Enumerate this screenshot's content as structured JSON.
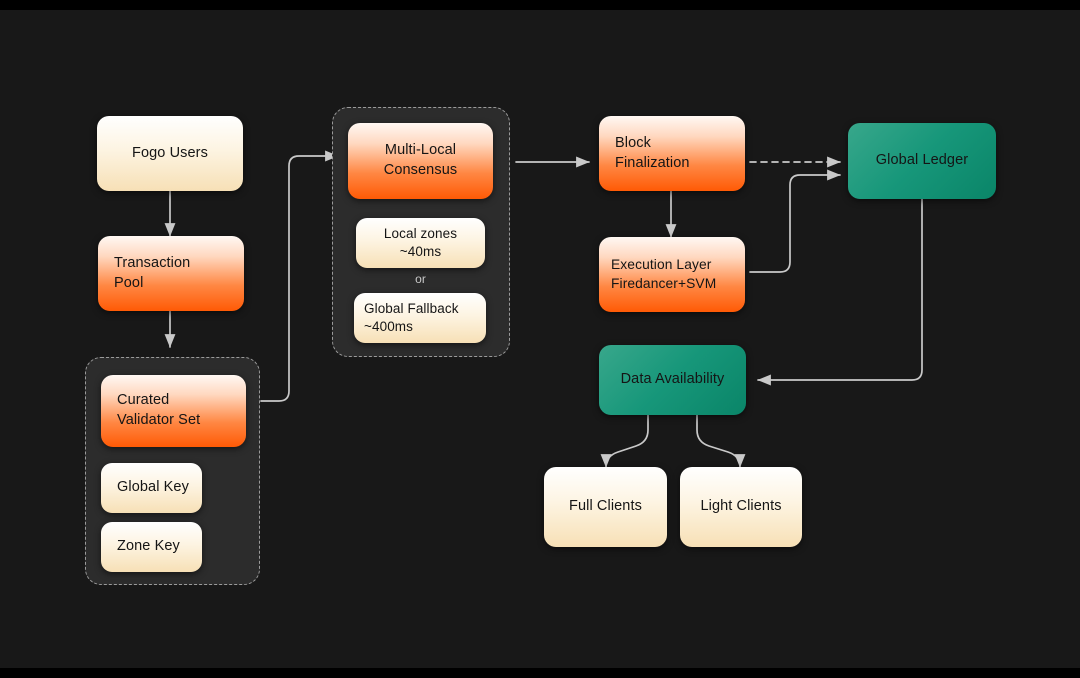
{
  "canvas": {
    "background": "#181818",
    "letterbox": "#000000"
  },
  "palette": {
    "orange_top": "#fff8f3",
    "orange_bottom": "#ff5a05",
    "cream_top": "#ffffff",
    "cream_bottom": "#f7e0b6",
    "teal_light": "#38a78b",
    "teal_dark": "#0a8568",
    "edge": "#c9c9c9",
    "group_fill": "#2c2c2c",
    "group_border": "#9b9b9b",
    "text_dark": "#151515",
    "text_muted": "#c9c9c9"
  },
  "nodes": {
    "fogo_users": {
      "label": "Fogo Users",
      "style": "cream"
    },
    "transaction_pool": {
      "line1": "Transaction",
      "line2": "Pool",
      "style": "orange"
    },
    "curated_validator_set": {
      "line1": "Curated",
      "line2": "Validator Set",
      "style": "orange"
    },
    "global_key": {
      "label": "Global Key",
      "style": "cream"
    },
    "zone_key": {
      "label": "Zone Key",
      "style": "cream"
    },
    "multi_local_consensus": {
      "line1": "Multi-Local",
      "line2": "Consensus",
      "style": "orange"
    },
    "local_zones": {
      "line1": "Local zones",
      "line2": "~40ms",
      "style": "cream"
    },
    "or_separator": {
      "label": "or"
    },
    "global_fallback": {
      "line1": "Global Fallback",
      "line2": "~400ms",
      "style": "cream"
    },
    "block_finalization": {
      "line1": "Block",
      "line2": "Finalization",
      "style": "orange"
    },
    "execution_layer": {
      "line1": "Execution Layer",
      "line2": "Firedancer+SVM",
      "style": "orange"
    },
    "global_ledger": {
      "label": "Global Ledger",
      "style": "teal"
    },
    "data_availability": {
      "label": "Data Availability",
      "style": "teal"
    },
    "full_clients": {
      "label": "Full Clients",
      "style": "cream"
    },
    "light_clients": {
      "label": "Light Clients",
      "style": "cream"
    }
  },
  "groups": {
    "validator_group": {
      "name": "validator-key-group"
    },
    "consensus_group": {
      "name": "consensus-timing-group"
    }
  },
  "edges": [
    {
      "from": "fogo_users",
      "to": "transaction_pool",
      "style": "solid"
    },
    {
      "from": "transaction_pool",
      "to": "validator_group",
      "style": "solid"
    },
    {
      "from": "curated_validator_set",
      "to": "multi_local_consensus",
      "style": "solid"
    },
    {
      "from": "consensus_group",
      "to": "block_finalization",
      "style": "solid"
    },
    {
      "from": "block_finalization",
      "to": "global_ledger",
      "style": "dashed"
    },
    {
      "from": "block_finalization",
      "to": "execution_layer",
      "style": "solid"
    },
    {
      "from": "execution_layer",
      "to": "global_ledger",
      "style": "solid"
    },
    {
      "from": "global_ledger",
      "to": "data_availability",
      "style": "solid"
    },
    {
      "from": "data_availability",
      "to": "full_clients",
      "style": "solid"
    },
    {
      "from": "data_availability",
      "to": "light_clients",
      "style": "solid"
    }
  ]
}
